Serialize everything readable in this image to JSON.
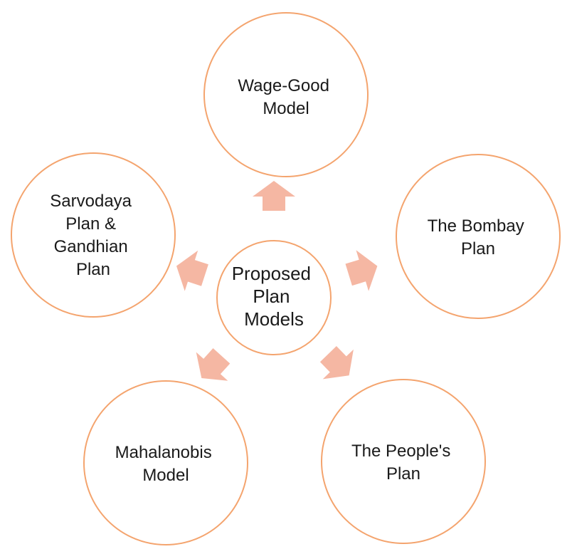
{
  "diagram": {
    "center": {
      "lines": [
        "Proposed",
        "Plan",
        "Models"
      ]
    },
    "nodes": [
      {
        "lines": [
          "Wage-Good",
          "Model"
        ]
      },
      {
        "lines": [
          "The Bombay",
          "Plan"
        ]
      },
      {
        "lines": [
          "The People's",
          "Plan"
        ]
      },
      {
        "lines": [
          "Mahalanobis",
          "Model"
        ]
      },
      {
        "lines": [
          "Sarvodaya",
          "Plan &",
          "Gandhian",
          "Plan"
        ]
      }
    ],
    "colors": {
      "circle_stroke": "#F4A46E",
      "arrow_fill": "#F5B7A3",
      "text": "#1a1a1a",
      "background": "#FFFFFF"
    }
  }
}
